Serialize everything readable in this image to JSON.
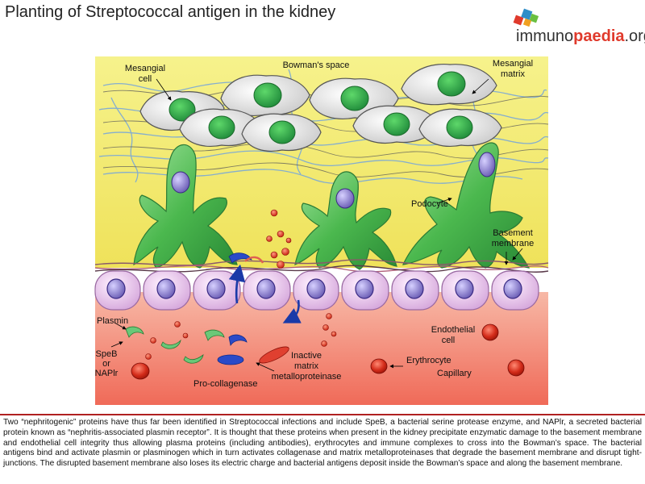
{
  "title": "Planting of Streptococcal antigen in the kidney",
  "logo": {
    "part1": "immuno",
    "part2": "paedia",
    "part3": ".org"
  },
  "labels": {
    "mesangial_cell": [
      "Mesangial",
      "cell"
    ],
    "bowmans_space": "Bowman's space",
    "mesangial_matrix": [
      "Mesangial",
      "matrix"
    ],
    "podocyte": "Podocyte",
    "basement_membrane": [
      "Basement",
      "membrane"
    ],
    "plasmin": "Plasmin",
    "speb": [
      "SpeB",
      "or",
      "NAPlr"
    ],
    "pro_collagenase": "Pro-collagenase",
    "inactive_mmp": [
      "Inactive",
      "matrix",
      "metalloproteinase"
    ],
    "endothelial_cell": [
      "Endothelial",
      "cell"
    ],
    "erythrocyte": "Erythrocyte",
    "capillary": "Capillary"
  },
  "caption": "Two “nephritogenic” proteins have thus far been identified in Streptococcal infections and include SpeB, a bacterial serine protease enzyme, and NAPlr, a secreted bacterial protein known as “nephritis-associated plasmin receptor”.  It is thought that these proteins when present in the kidney precipitate enzymatic damage to the basement membrane and endothelial cell integrity thus allowing plasma proteins (including antibodies), erythrocytes and immune complexes to cross into the Bowman’s space. The bacterial antigens bind and activate plasmin or plasminogen which in turn activates collagenase and matrix metalloproteinases that degrade the basement membrane and disrupt tight-junctions. The disrupted basement membrane also loses its electric charge and bacterial antigens deposit inside the Bowman’s space and along the basement membrane.",
  "colors": {
    "bowman": "#f4ee7a",
    "capillary": "#f08a74",
    "podocyte": "#44b04c",
    "endothelial": "#e8c8ea",
    "mesangial": "#e6e6e6",
    "nucleus_green": "#2ea048",
    "nucleus_purple": "#8a80c8",
    "red": "#d8281c",
    "accent": "#b02020"
  }
}
